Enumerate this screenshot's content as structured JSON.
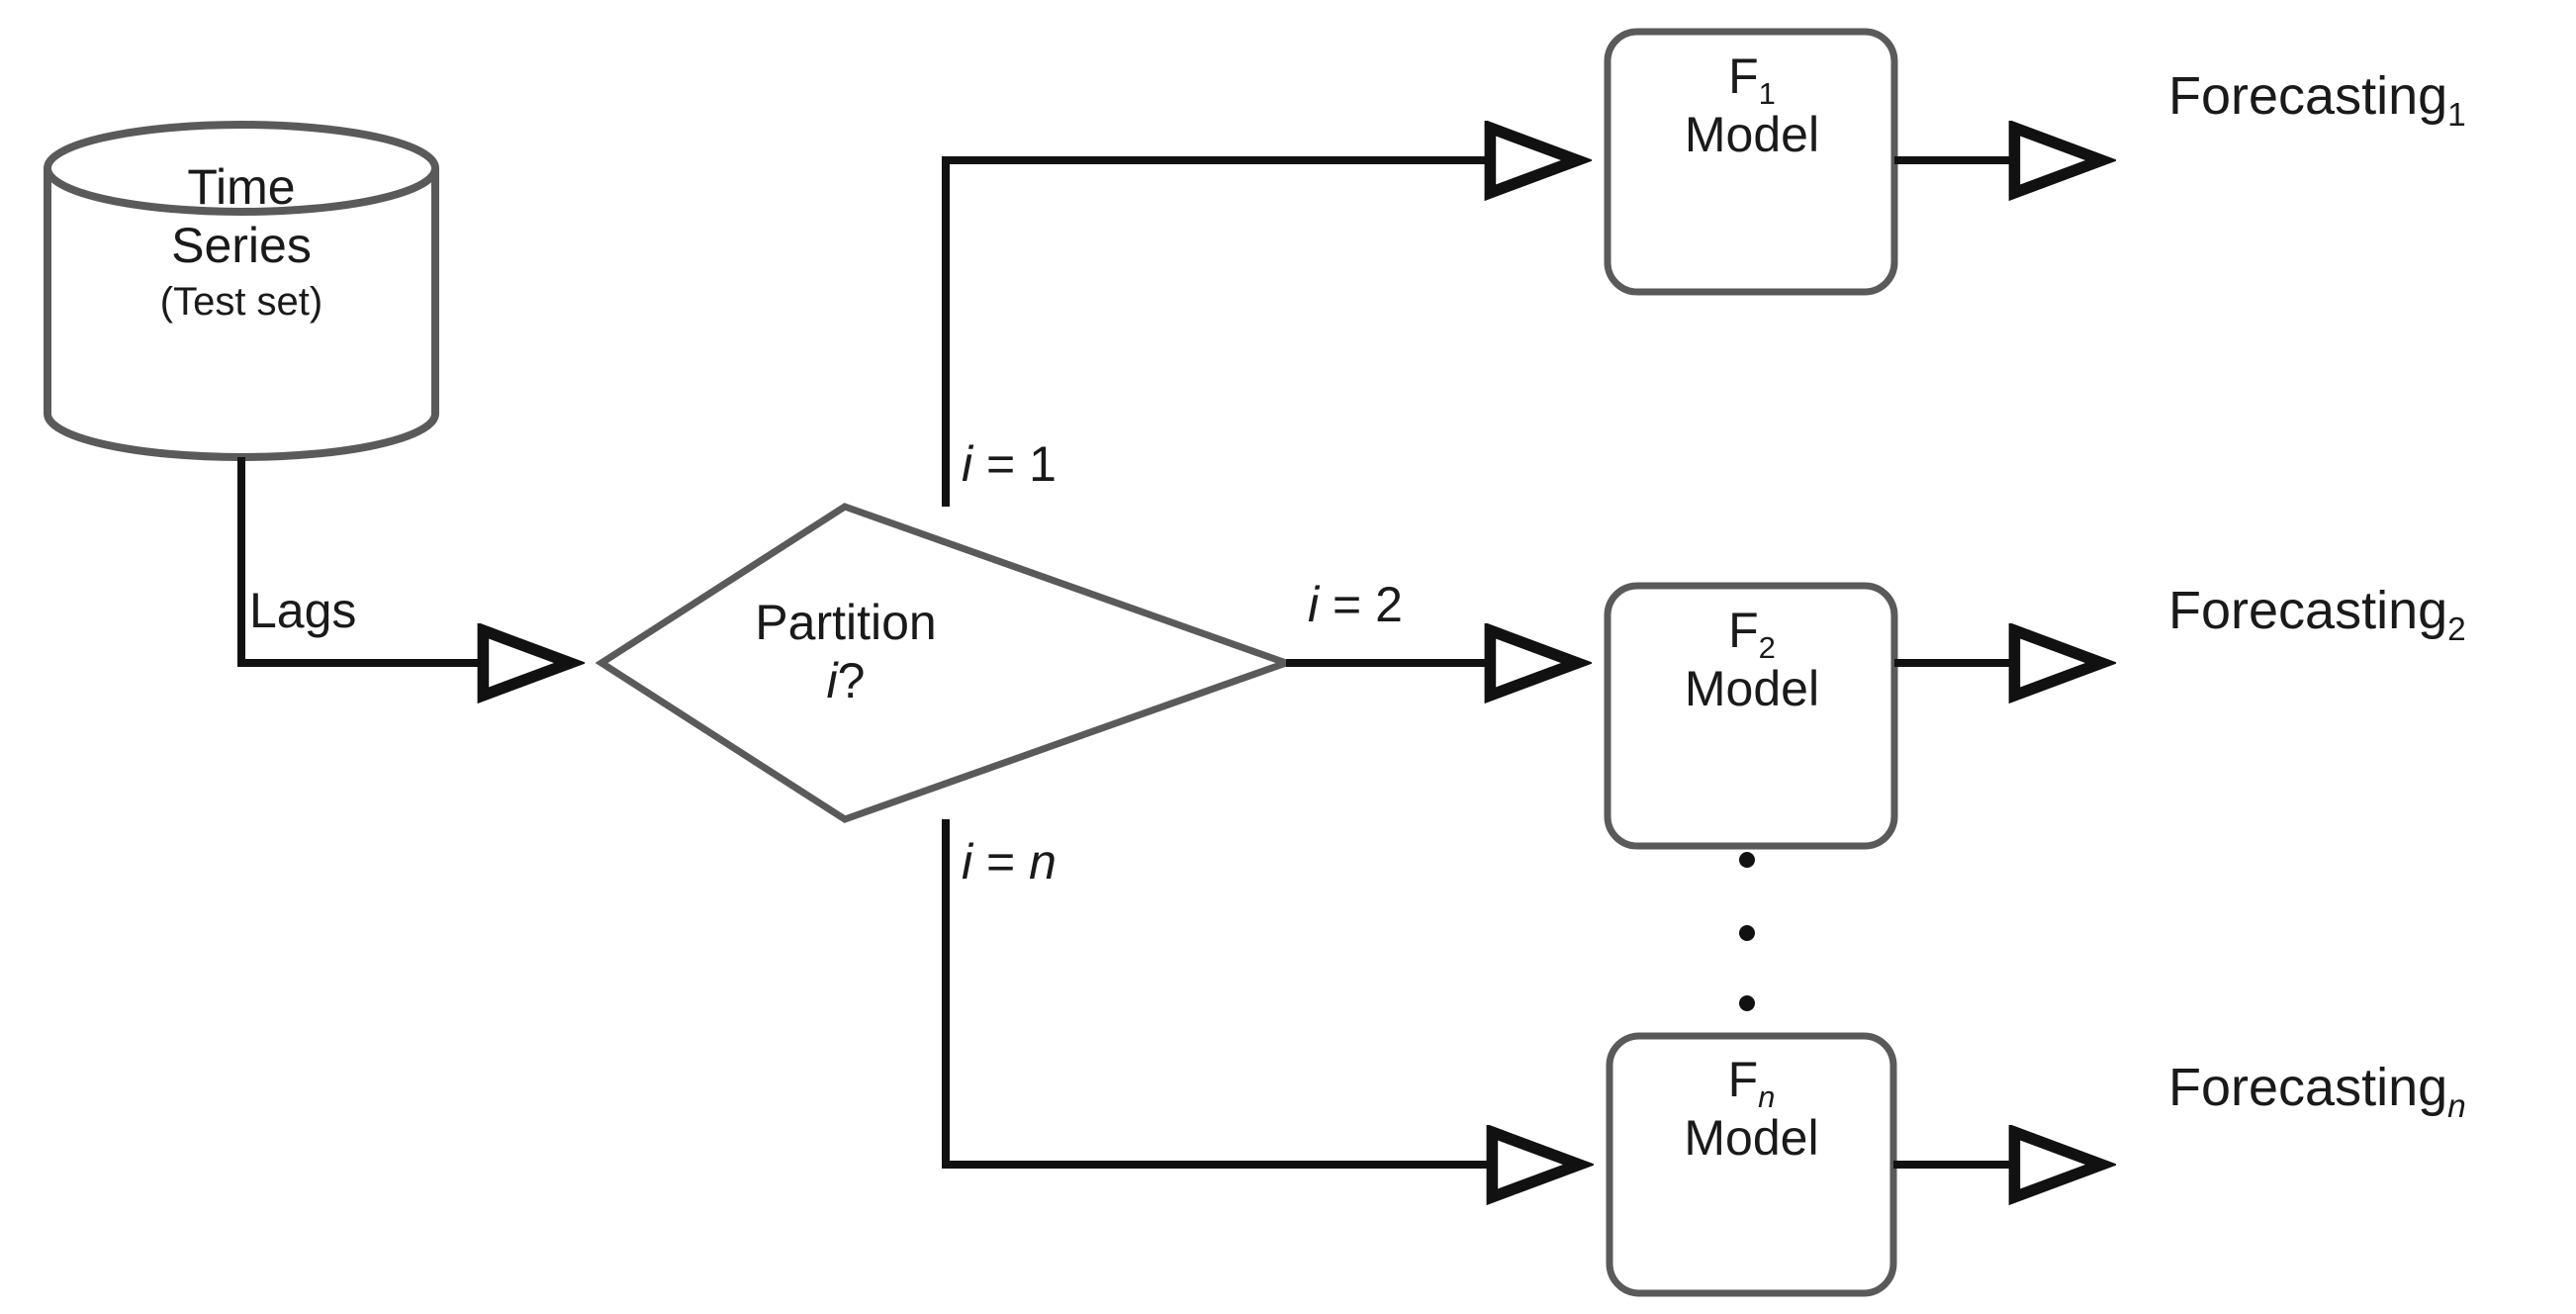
{
  "diagram": {
    "title": "Time series partition forecasting flowchart",
    "colors": {
      "shape_stroke": "#5a5a5a",
      "edge_stroke": "#111111",
      "text": "#1a1a1a",
      "background": "#ffffff"
    },
    "datastore": {
      "name": "time-series-datastore",
      "line1": "Time",
      "line2": "Series",
      "line3": "(Test set)"
    },
    "decision": {
      "name": "partition-decision",
      "line1": "Partition",
      "line2_italic": "i",
      "line2_rest": "?"
    },
    "models": [
      {
        "name": "f1-model",
        "prefix": "F",
        "subscript": "1",
        "subscript_italic": false,
        "line2": "Model"
      },
      {
        "name": "f2-model",
        "prefix": "F",
        "subscript": "2",
        "subscript_italic": false,
        "line2": "Model"
      },
      {
        "name": "fn-model",
        "prefix": "F",
        "subscript": "n",
        "subscript_italic": true,
        "line2": "Model"
      }
    ],
    "edge_labels": {
      "lags": "Lags",
      "branch_1_var": "i",
      "branch_1_eq": " = 1",
      "branch_2_var": "i",
      "branch_2_eq": " = 2",
      "branch_n_var": "i",
      "branch_n_eq": " = ",
      "branch_n_value": "n"
    },
    "outputs": [
      {
        "name": "forecasting-1",
        "text": "Forecasting",
        "subscript": "1",
        "subscript_italic": false
      },
      {
        "name": "forecasting-2",
        "text": "Forecasting",
        "subscript": "2",
        "subscript_italic": false
      },
      {
        "name": "forecasting-n",
        "text": "Forecasting",
        "subscript": "n",
        "subscript_italic": true
      }
    ],
    "ellipsis": {
      "name": "vertical-ellipsis",
      "dots": 3
    }
  }
}
